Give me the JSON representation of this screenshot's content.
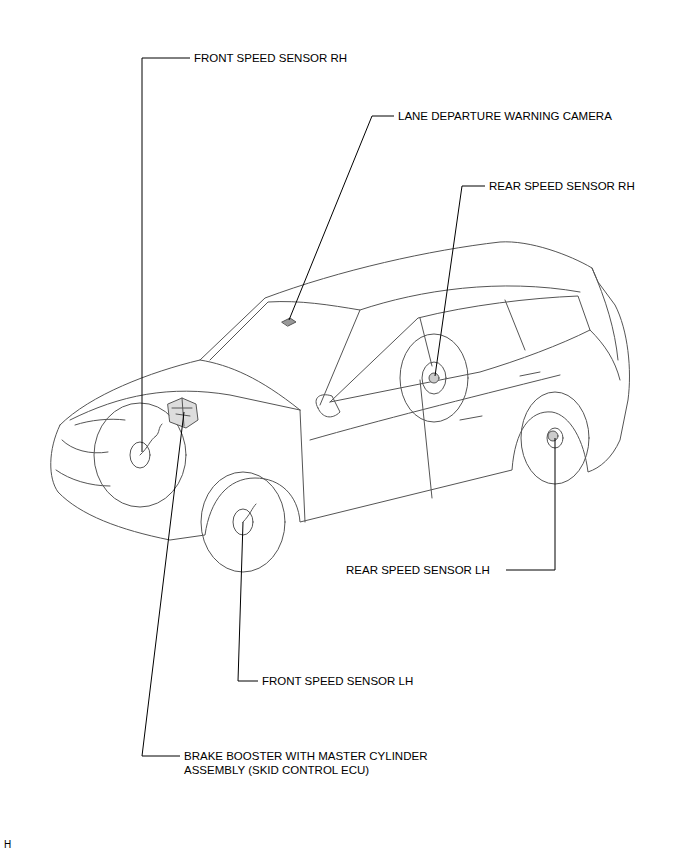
{
  "diagram": {
    "labels": [
      "FRONT SPEED SENSOR RH",
      "LANE DEPARTURE WARNING CAMERA",
      "REAR SPEED SENSOR RH",
      "REAR SPEED SENSOR LH",
      "FRONT SPEED SENSOR LH",
      "BRAKE BOOSTER WITH MASTER CYLINDER ASSEMBLY (SKID CONTROL ECU)",
      "H"
    ]
  }
}
